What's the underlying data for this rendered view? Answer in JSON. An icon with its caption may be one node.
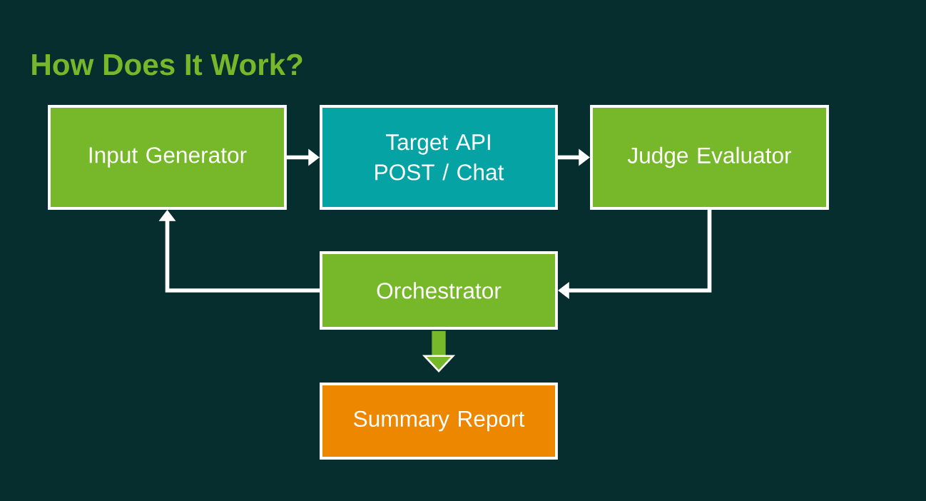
{
  "diagram": {
    "title": "How Does It Work?",
    "nodes": [
      {
        "text": [
          "Input Generator"
        ]
      },
      {
        "text": [
          "Target API POST / Chat"
        ]
      },
      {
        "text": [
          "Judge Evaluator"
        ]
      },
      {
        "text": [
          "Orchestrator"
        ]
      },
      {
        "text": [
          "Summary Report"
        ]
      }
    ],
    "edges": [
      {
        "from": 0,
        "to": 1,
        "arrow": "to"
      },
      {
        "from": 1,
        "to": 2,
        "arrow": "to"
      },
      {
        "from": 2,
        "to": 3,
        "arrow": "to"
      },
      {
        "from": 3,
        "to": 0,
        "arrow": "to"
      },
      {
        "from": 3,
        "to": 4,
        "arrow": "to",
        "style": "thick",
        "color": "#77b82a"
      }
    ]
  }
}
